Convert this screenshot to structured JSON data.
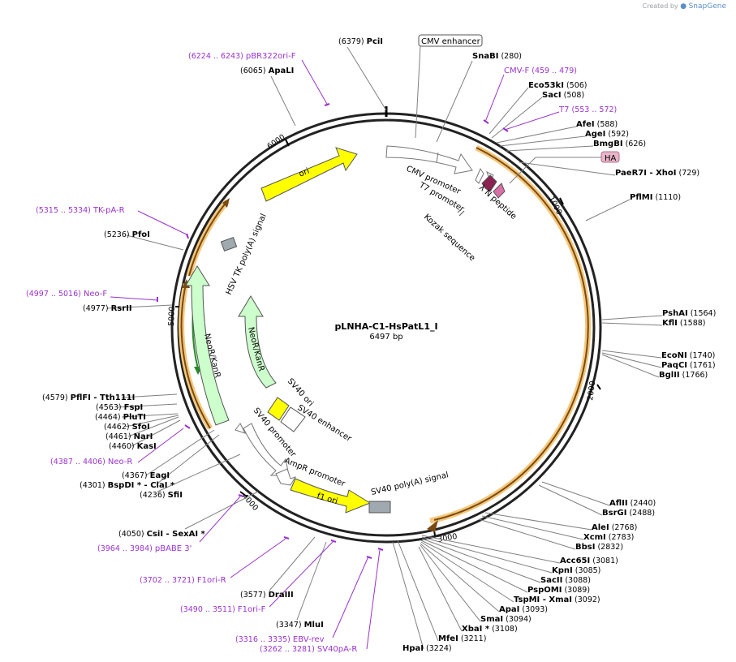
{
  "credit": {
    "prefix": "Created by",
    "brand": "SnapGene"
  },
  "plasmid": {
    "name": "pLNHA-C1-HsPatL1_I",
    "length": "6497 bp"
  },
  "ticks": [
    "1000",
    "2000",
    "3000",
    "4000",
    "5000",
    "6000"
  ],
  "sites": [
    {
      "id": "PciI",
      "name": "PciI",
      "pos": "(6379)"
    },
    {
      "id": "ApaLI",
      "name": "ApaLI",
      "pos": "(6065)"
    },
    {
      "id": "SnaBI",
      "name": "SnaBI",
      "pos": "(280)"
    },
    {
      "id": "Eco53kI",
      "name": "Eco53kI",
      "pos": "(506)"
    },
    {
      "id": "SacI",
      "name": "SacI",
      "pos": "(508)"
    },
    {
      "id": "AfeI",
      "name": "AfeI",
      "pos": "(588)"
    },
    {
      "id": "AgeI",
      "name": "AgeI",
      "pos": "(592)"
    },
    {
      "id": "BmgBI",
      "name": "BmgBI",
      "pos": "(626)"
    },
    {
      "id": "PaeR7I",
      "name": "PaeR7I",
      "pos": "(729)",
      "extra": "XhoI"
    },
    {
      "id": "PflMI",
      "name": "PflMI",
      "pos": "(1110)"
    },
    {
      "id": "PshAI",
      "name": "PshAI",
      "pos": "(1564)"
    },
    {
      "id": "KflI",
      "name": "KflI",
      "pos": "(1588)"
    },
    {
      "id": "EcoNI",
      "name": "EcoNI",
      "pos": "(1740)"
    },
    {
      "id": "PaqCI",
      "name": "PaqCI",
      "pos": "(1761)"
    },
    {
      "id": "BglII",
      "name": "BglII",
      "pos": "(1766)"
    },
    {
      "id": "AflII",
      "name": "AflII",
      "pos": "(2440)"
    },
    {
      "id": "BsrGI",
      "name": "BsrGI",
      "pos": "(2488)"
    },
    {
      "id": "AleI",
      "name": "AleI",
      "pos": "(2768)"
    },
    {
      "id": "XcmI",
      "name": "XcmI",
      "pos": "(2783)"
    },
    {
      "id": "BbsI",
      "name": "BbsI",
      "pos": "(2832)"
    },
    {
      "id": "Acc65I",
      "name": "Acc65I",
      "pos": "(3081)"
    },
    {
      "id": "KpnI",
      "name": "KpnI",
      "pos": "(3085)"
    },
    {
      "id": "SacII",
      "name": "SacII",
      "pos": "(3088)"
    },
    {
      "id": "PspOMI",
      "name": "PspOMI",
      "pos": "(3089)"
    },
    {
      "id": "TspMI",
      "name": "TspMI",
      "pos": "(3092)",
      "extra": "XmaI"
    },
    {
      "id": "ApaI",
      "name": "ApaI",
      "pos": "(3093)"
    },
    {
      "id": "SmaI",
      "name": "SmaI",
      "pos": "(3094)"
    },
    {
      "id": "XbaI",
      "name": "XbaI *",
      "pos": "(3108)"
    },
    {
      "id": "MfeI",
      "name": "MfeI",
      "pos": "(3211)"
    },
    {
      "id": "HpaI",
      "name": "HpaI",
      "pos": "(3224)"
    },
    {
      "id": "MluI",
      "name": "MluI",
      "pos": "(3347)"
    },
    {
      "id": "DraIII",
      "name": "DraIII",
      "pos": "(3577)"
    },
    {
      "id": "CsiI",
      "name": "CsiI",
      "pos": "(4050)",
      "extra": "SexAI *"
    },
    {
      "id": "SfiI",
      "name": "SfiI",
      "pos": "(4236)"
    },
    {
      "id": "BspDI",
      "name": "BspDI *",
      "pos": "(4301)",
      "extra": "ClaI *"
    },
    {
      "id": "EagI",
      "name": "EagI",
      "pos": "(4367)"
    },
    {
      "id": "KasI",
      "name": "KasI",
      "pos": "(4460)"
    },
    {
      "id": "NarI",
      "name": "NarI",
      "pos": "(4461)"
    },
    {
      "id": "SfoI",
      "name": "SfoI",
      "pos": "(4462)"
    },
    {
      "id": "PluTI",
      "name": "PluTI",
      "pos": "(4464)"
    },
    {
      "id": "FspI",
      "name": "FspI",
      "pos": "(4563)"
    },
    {
      "id": "PflFI",
      "name": "PflFI",
      "pos": "(4579)",
      "extra": "Tth111I"
    },
    {
      "id": "RsrII",
      "name": "RsrII",
      "pos": "(4977)"
    },
    {
      "id": "PfoI",
      "name": "PfoI",
      "pos": "(5236)"
    }
  ],
  "primers": [
    {
      "id": "pBR322ori-F",
      "name": "pBR322ori-F",
      "range": "(6224 .. 6243)"
    },
    {
      "id": "CMV-F",
      "name": "CMV-F",
      "range": "(459 .. 479)"
    },
    {
      "id": "T7",
      "name": "T7",
      "range": "(553 .. 572)"
    },
    {
      "id": "TK-pA-R",
      "name": "TK-pA-R",
      "range": "(5315 .. 5334)"
    },
    {
      "id": "Neo-F",
      "name": "Neo-F",
      "range": "(4997 .. 5016)"
    },
    {
      "id": "Neo-R",
      "name": "Neo-R",
      "range": "(4387 .. 4406)"
    },
    {
      "id": "pBABE3",
      "name": "pBABE 3'",
      "range": "(3964 .. 3984)"
    },
    {
      "id": "F1ori-R",
      "name": "F1ori-R",
      "range": "(3702 .. 3721)"
    },
    {
      "id": "F1ori-F",
      "name": "F1ori-F",
      "range": "(3490 .. 3511)"
    },
    {
      "id": "EBV-rev",
      "name": "EBV-rev",
      "range": "(3316 .. 3335)"
    },
    {
      "id": "SV40pA-R",
      "name": "SV40pA-R",
      "range": "(3262 .. 3281)"
    }
  ],
  "features": {
    "cmv_enhancer": "CMV enhancer",
    "cmv_promoter": "CMV promoter",
    "t7_promoter": "T7 promoter",
    "lambda_n": "λ N peptide",
    "kozak": "Kozak sequence",
    "ha": "HA",
    "ori": "ori",
    "hsv_tk": "HSV TK poly(A) signal",
    "neokan_outer": "NeoR/KanR",
    "neokan_inner": "NeoR/KanR",
    "sv40_ori": "SV40 ori",
    "sv40_enh": "SV40 enhancer",
    "sv40_prom": "SV40 promoter",
    "ampr_prom": "AmpR promoter",
    "f1_ori": "f1 ori",
    "sv40_pa": "SV40 poly(A) signal"
  },
  "colors": {
    "backbone": "#222222",
    "orf_outline": "#f5a623",
    "orf_arrow": "#8b4513",
    "primer": "#9933cc",
    "ori_fill": "#ffff00",
    "neo_fill": "#ccffcc",
    "polyA_fill": "#a0a8b0",
    "ha_fill": "#e8b4c8",
    "lambda_fill": "#8b2252",
    "site_line": "#808080"
  }
}
